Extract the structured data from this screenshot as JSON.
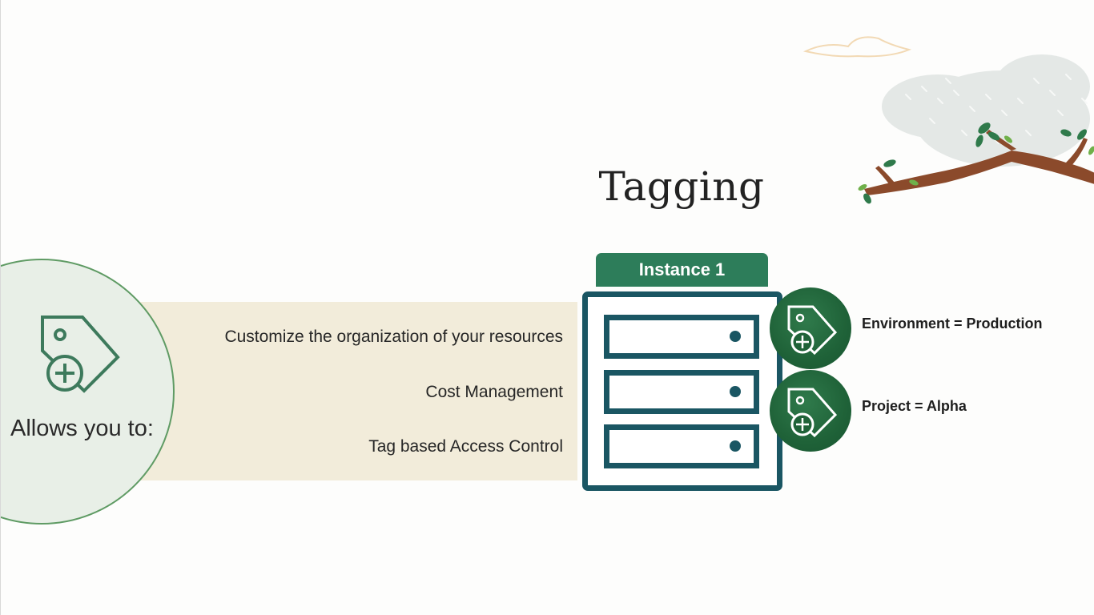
{
  "slide": {
    "title": "Tagging",
    "allows_text": "Allows you to:",
    "benefits": [
      "Customize the organization of your resources",
      "Cost Management",
      "Tag based Access Control"
    ],
    "instance_label": "Instance 1",
    "tags": [
      {
        "text": "Environment = Production",
        "icon": "tag-plus-icon"
      },
      {
        "text": "Project = Alpha",
        "icon": "tag-plus-icon"
      }
    ]
  },
  "colors": {
    "accent_green": "#2d7d5a",
    "server_teal": "#1a5663",
    "band_beige": "#f2ecda",
    "circle_fill": "#e8efe7",
    "badge_green": "#1f6238"
  },
  "icons": {
    "main": "tag-plus-icon",
    "server": "server-icon",
    "decoration": "tree-branch-illustration"
  }
}
